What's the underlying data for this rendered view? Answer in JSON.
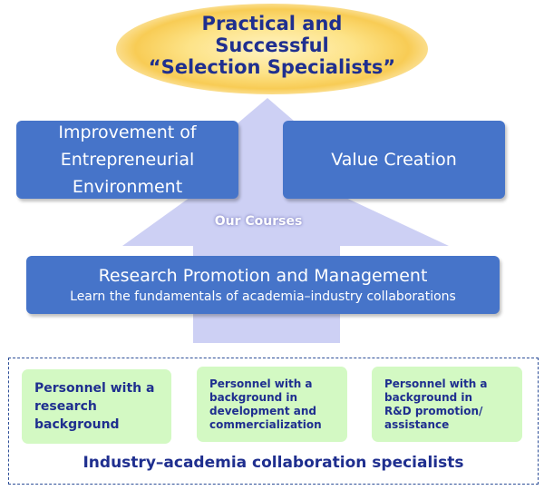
{
  "goal": {
    "line1": "Practical and",
    "line2": "Successful",
    "line3": "“Selection Specialists”"
  },
  "arrow": {
    "label": "Our Courses"
  },
  "boxes": {
    "improvement": {
      "line1": "Improvement of",
      "line2": "Entrepreneurial",
      "line3": "Environment"
    },
    "value": {
      "label": "Value Creation"
    },
    "research": {
      "title": "Research Promotion and Management",
      "subtitle": "Learn the fundamentals of academia–industry collaborations"
    }
  },
  "personnel": [
    {
      "lines": [
        "Personnel with a",
        "research",
        "background"
      ]
    },
    {
      "lines": [
        "Personnel with a",
        "background in",
        "development and",
        "commercialization"
      ]
    },
    {
      "lines": [
        "Personnel with a",
        "background in",
        "R&D promotion/",
        "assistance"
      ]
    }
  ],
  "footer": {
    "label": "Industry–academia collaboration specialists"
  },
  "colors": {
    "box_blue": "#4674c9",
    "arrow_lavender": "#cdd0f4",
    "green_box": "#d3f9c3",
    "navy_text": "#1f2f8f",
    "goal_gold": "#f8cc55"
  }
}
